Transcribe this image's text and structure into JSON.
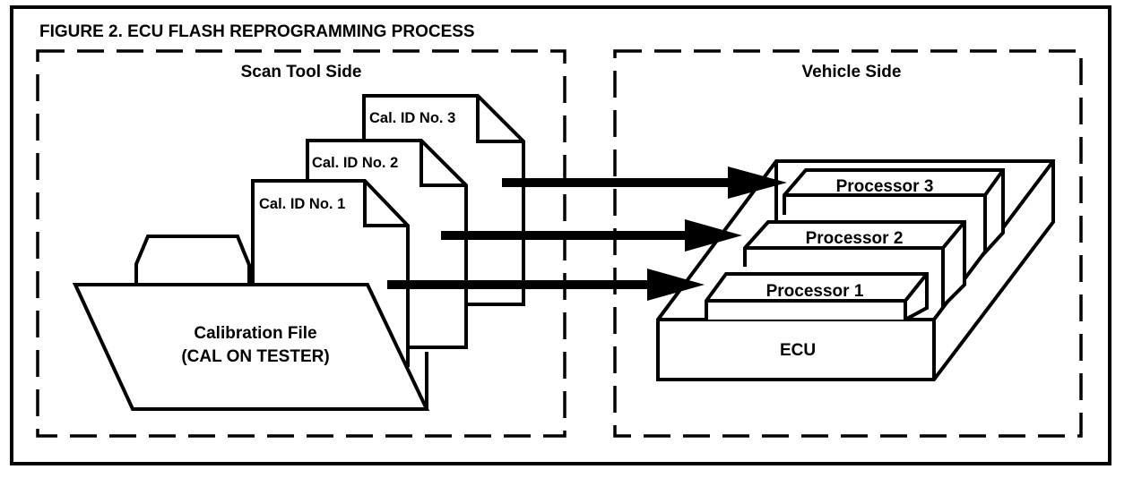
{
  "figure": {
    "title": "FIGURE 2.  ECU FLASH REPROGRAMMING PROCESS",
    "colors": {
      "ink": "#000000",
      "background": "#ffffff"
    }
  },
  "scan_tool_side": {
    "label": "Scan Tool Side",
    "folder": {
      "line1": "Calibration File",
      "line2": "(CAL ON TESTER)"
    },
    "documents": [
      {
        "label": "Cal. ID No. 1"
      },
      {
        "label": "Cal. ID No. 2"
      },
      {
        "label": "Cal. ID No. 3"
      }
    ]
  },
  "vehicle_side": {
    "label": "Vehicle Side",
    "ecu": {
      "label": "ECU"
    },
    "processors": [
      {
        "label": "Processor 1"
      },
      {
        "label": "Processor 2"
      },
      {
        "label": "Processor 3"
      }
    ]
  },
  "flows": [
    {
      "from": "Cal. ID No. 1",
      "to": "Processor 1"
    },
    {
      "from": "Cal. ID No. 2",
      "to": "Processor 2"
    },
    {
      "from": "Cal. ID No. 3",
      "to": "Processor 3"
    }
  ]
}
